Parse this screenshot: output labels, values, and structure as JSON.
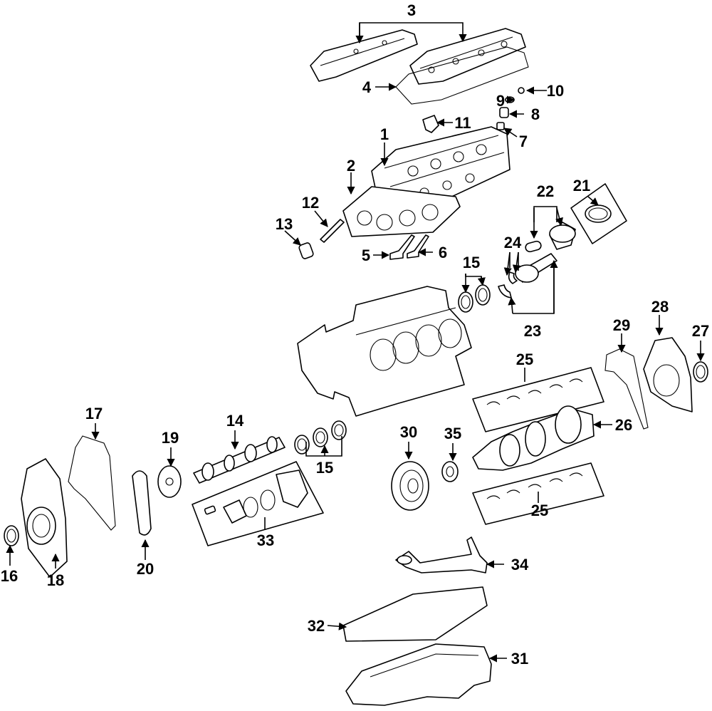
{
  "callouts": [
    {
      "id": "c1",
      "label": "1"
    },
    {
      "id": "c2",
      "label": "2"
    },
    {
      "id": "c3",
      "label": "3"
    },
    {
      "id": "c4",
      "label": "4"
    },
    {
      "id": "c5",
      "label": "5"
    },
    {
      "id": "c6",
      "label": "6"
    },
    {
      "id": "c7",
      "label": "7"
    },
    {
      "id": "c8",
      "label": "8"
    },
    {
      "id": "c9",
      "label": "9"
    },
    {
      "id": "c10",
      "label": "10"
    },
    {
      "id": "c11",
      "label": "11"
    },
    {
      "id": "c12",
      "label": "12"
    },
    {
      "id": "c13",
      "label": "13"
    },
    {
      "id": "c14",
      "label": "14"
    },
    {
      "id": "c15a",
      "label": "15"
    },
    {
      "id": "c15b",
      "label": "15"
    },
    {
      "id": "c16",
      "label": "16"
    },
    {
      "id": "c17",
      "label": "17"
    },
    {
      "id": "c18",
      "label": "18"
    },
    {
      "id": "c19",
      "label": "19"
    },
    {
      "id": "c20",
      "label": "20"
    },
    {
      "id": "c21",
      "label": "21"
    },
    {
      "id": "c22",
      "label": "22"
    },
    {
      "id": "c23",
      "label": "23"
    },
    {
      "id": "c24",
      "label": "24"
    },
    {
      "id": "c25a",
      "label": "25"
    },
    {
      "id": "c25b",
      "label": "25"
    },
    {
      "id": "c26",
      "label": "26"
    },
    {
      "id": "c27",
      "label": "27"
    },
    {
      "id": "c28",
      "label": "28"
    },
    {
      "id": "c29",
      "label": "29"
    },
    {
      "id": "c30",
      "label": "30"
    },
    {
      "id": "c31",
      "label": "31"
    },
    {
      "id": "c32",
      "label": "32"
    },
    {
      "id": "c33",
      "label": "33"
    },
    {
      "id": "c34",
      "label": "34"
    },
    {
      "id": "c35",
      "label": "35"
    }
  ]
}
